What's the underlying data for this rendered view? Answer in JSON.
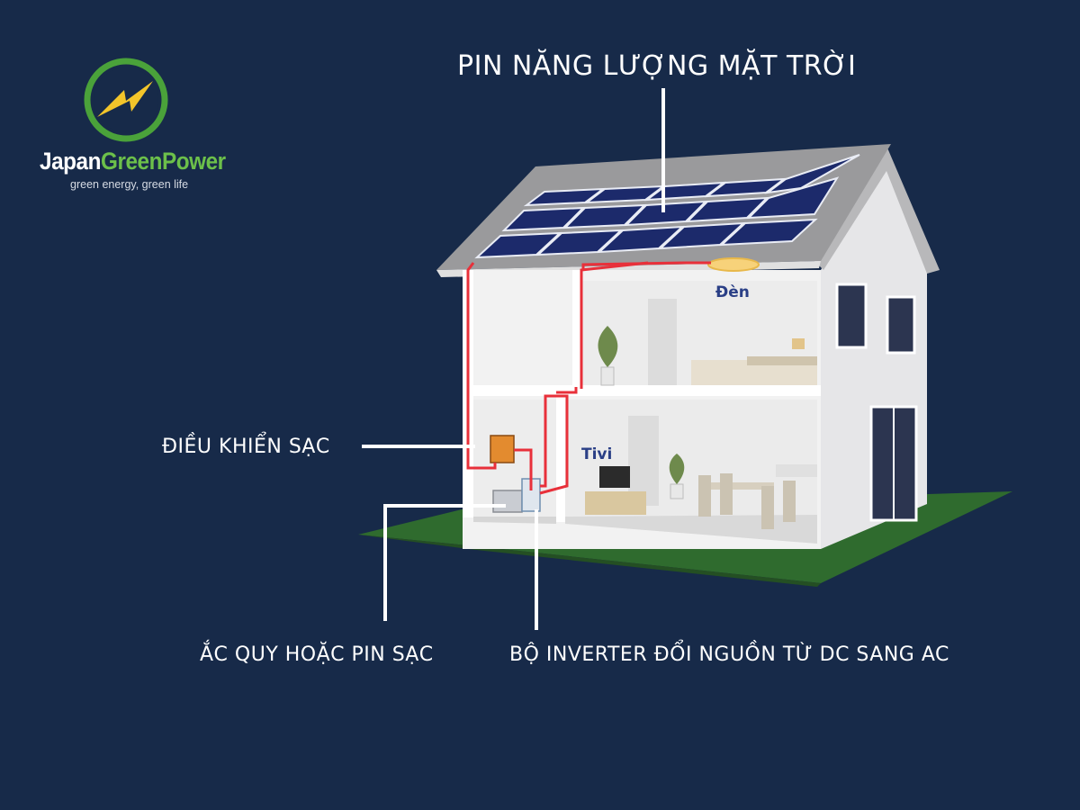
{
  "labels": {
    "solar_panel": "PIN NĂNG LƯỢNG MẶT TRỜI",
    "charge_controller": "ĐIỀU KHIỂN SẠC",
    "battery": "ẮC QUY HOẶC PIN SẠC",
    "inverter": "BỘ INVERTER ĐỔI NGUỒN TỪ DC SANG AC"
  },
  "rooms": {
    "light": "Đèn",
    "tv": "Tivi"
  },
  "logo": {
    "brand_part1": "Japan",
    "brand_part2": "GreenPower",
    "tagline": "green energy, green life"
  },
  "colors": {
    "background": "#172a49",
    "wire": "#e8303a",
    "grass": "#2f6b2e",
    "logo_green": "#4aa23a",
    "logo_yellow": "#f3c52a"
  }
}
